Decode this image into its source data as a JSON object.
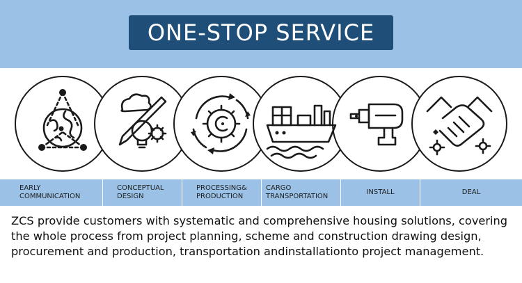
{
  "header": {
    "title": "ONE-STOP SERVICE"
  },
  "steps": [
    {
      "label": "EARLY COMMUNICATION",
      "icon": "globe-network-icon"
    },
    {
      "label": "CONCEPTUAL DESIGN",
      "icon": "pencil-bulb-gear-icon"
    },
    {
      "label": "PROCESSING& PRODUCTION",
      "icon": "gear-cycle-icon"
    },
    {
      "label": "CARGO TRANSPORTATION",
      "icon": "cargo-ship-icon"
    },
    {
      "label": "INSTALL",
      "icon": "drill-icon"
    },
    {
      "label": "DEAL",
      "icon": "handshake-icon"
    }
  ],
  "description": "ZCS provide customers with systematic and comprehensive housing solutions, covering the whole process from project planning, scheme and construction drawing design, procurement and production, transportation andinstallationto project management.",
  "colors": {
    "banner": "#9bc2e6",
    "title_box": "#1f4e79",
    "icon_stroke": "#1a1a1a"
  }
}
